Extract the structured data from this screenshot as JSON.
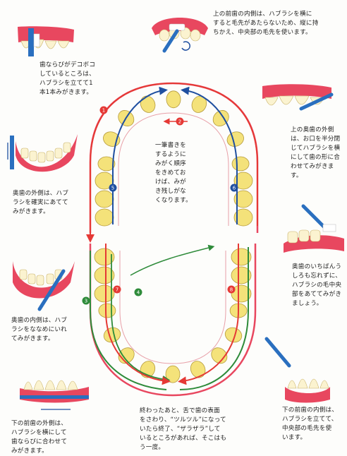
{
  "captions": {
    "upper_front_inner": "上の前歯の内側は、ハブラシを横に\nすると毛先があたらないため、縦に持\nちかえ、中央部の毛先を使います。",
    "uneven_teeth": "歯ならびがデコボコ\nしているところは、\nハブラシを立てて1\n本1本みがきます。",
    "upper_back_outer": "上の奥歯の外側\nは、お口を半分閉\nじてハブラシを横\nにして歯の形に合\nわせてみがきます。",
    "one_stroke": "一筆書きを\nするように\nみがく順序\nをきめてお\nけば、みが\nき残しがな\nくなります。",
    "back_outer": "奥歯の外側は、ハブ\nラシを確実にあてて\nみがきます。",
    "last_molar": "奥歯のいちばんう\nしろも忘れずに、\nハブラシの毛中央\n部をあててみがき\nましょう。",
    "back_inner": "奥歯の内側は、ハブ\nラシをななめにいれ\nてみがきます。",
    "lower_front_outer": "下の前歯の外側は、\nハブラシを横にして\n歯ならびに合わせて\nみがきます。",
    "tongue_check": "終わったあと、舌で歯の表面\nをさわり、“ツルツル”になって\nいたら終了、“ザラザラ”して\nいるところがあれば、そこはも\nう一度。",
    "lower_front_inner": "下の前歯の内側は、\nハブラシを立てて、\n中央部の毛先を使\nいます。"
  },
  "step_numbers": [
    "1",
    "2",
    "3",
    "4",
    "5",
    "6",
    "7",
    "8"
  ],
  "colors": {
    "gum": "#e8475f",
    "tooth": "#f4e27a",
    "toothbrush": "#2a6fbf",
    "bristle": "#ffffff",
    "path_red": "#e53935",
    "path_green": "#2e8b3a",
    "path_blue": "#1f4fa0"
  },
  "icons": [
    "toothbrush-icon",
    "arrow-icon"
  ]
}
